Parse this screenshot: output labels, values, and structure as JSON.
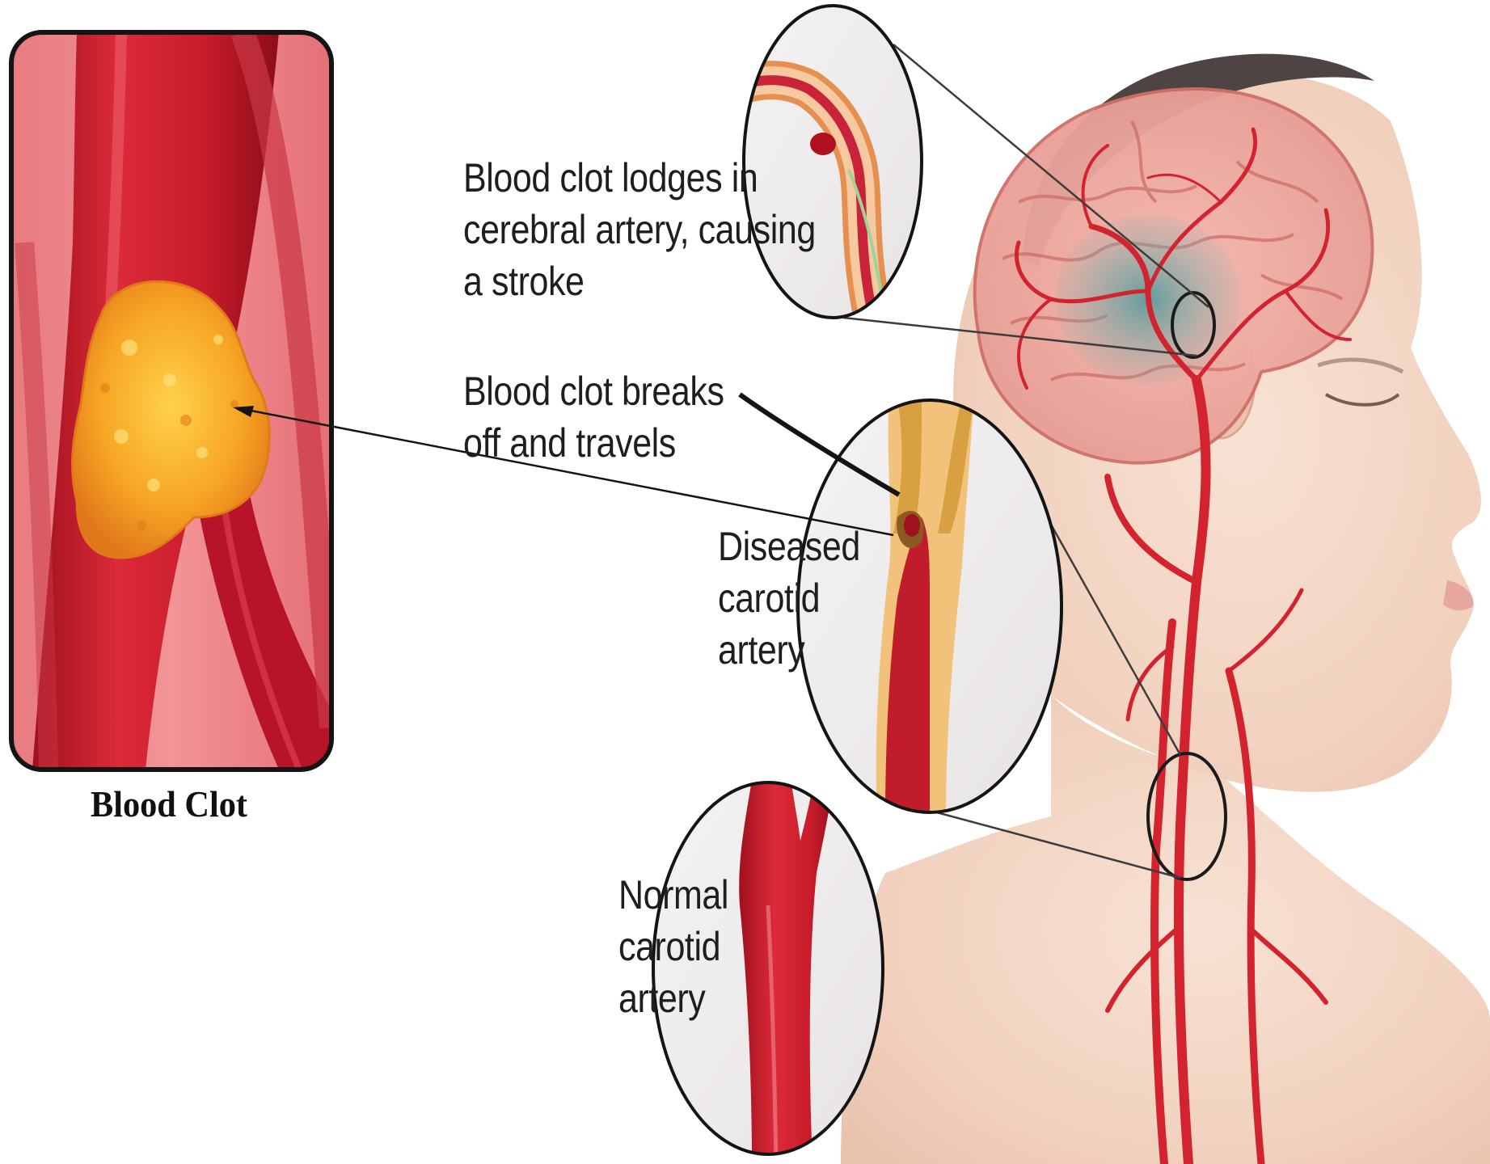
{
  "inset": {
    "caption": "Blood Clot"
  },
  "labels": {
    "lodges": [
      "Blood clot lodges in",
      "cerebral artery, causing",
      "a stroke"
    ],
    "breaks": [
      "Blood clot breaks",
      "off and travels"
    ],
    "diseased": [
      "Diseased",
      "carotid",
      "artery"
    ],
    "normal": [
      "Normal",
      "carotid",
      "artery"
    ]
  },
  "colors": {
    "artery_red": "#c8202e",
    "artery_dark": "#8e0f1c",
    "clot_orange": "#f59a1e",
    "plaque_yellow": "#f2c46a",
    "stroke_area": "#5f9a9a",
    "skin": "#f3d6c4",
    "hair": "#4a4040"
  }
}
